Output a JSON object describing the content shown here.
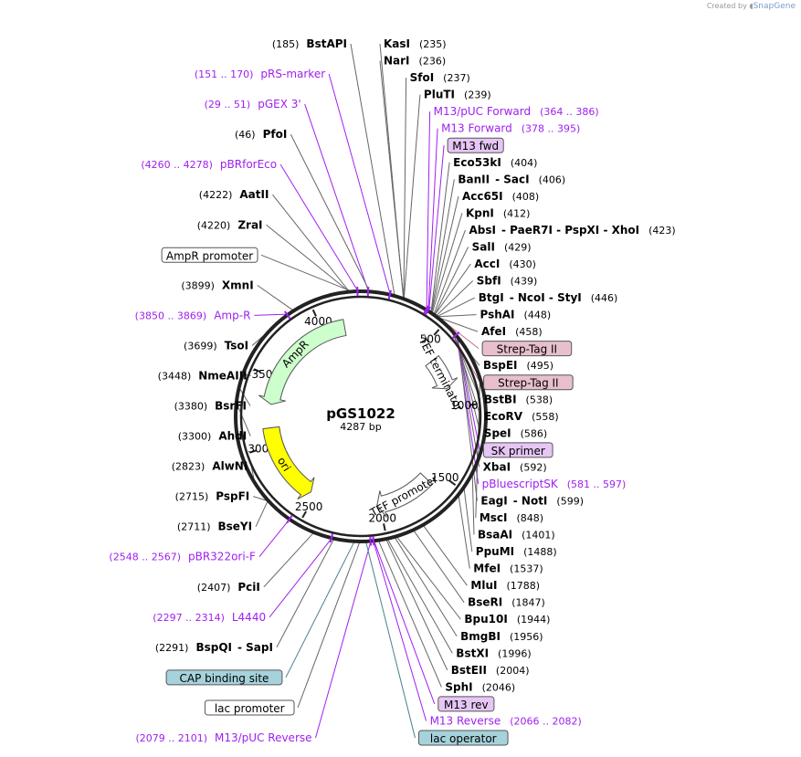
{
  "credit": {
    "prefix": "Created by",
    "brand": "SnapGene"
  },
  "plasmid": {
    "name": "pGS1022",
    "size_label": "4287 bp",
    "total_bp": 4287
  },
  "ticks": [
    {
      "bp": 500,
      "label": "500"
    },
    {
      "bp": 1000,
      "label": "1000"
    },
    {
      "bp": 1500,
      "label": "1500"
    },
    {
      "bp": 2000,
      "label": "2000"
    },
    {
      "bp": 2500,
      "label": "2500"
    },
    {
      "bp": 3000,
      "label": "3000"
    },
    {
      "bp": 3500,
      "label": "3500"
    },
    {
      "bp": 4000,
      "label": "4000"
    }
  ],
  "features": [
    {
      "name": "AmpR",
      "start": 3306,
      "end": 4165,
      "strand": -1,
      "color": "#ccffcc",
      "stroke": "#555"
    },
    {
      "name": "ori",
      "start": 2541,
      "end": 3129,
      "strand": -1,
      "color": "#ffff00",
      "stroke": "#555"
    },
    {
      "name": "TEF promoter",
      "start": 1590,
      "end": 2020,
      "strand": 1,
      "color": "#ffffff",
      "stroke": "#555"
    },
    {
      "name": "TEF terminator",
      "start": 620,
      "end": 860,
      "strand": 1,
      "color": "#ffffff",
      "stroke": "#555"
    }
  ],
  "left_labels": [
    {
      "pos": "(185)",
      "name": "BstAPI",
      "kind": "enzyme",
      "bp": 185
    },
    {
      "pos": "(151 .. 170)",
      "name": "pRS-marker",
      "kind": "primer",
      "bp": 160
    },
    {
      "pos": "(29 .. 51)",
      "name": "pGEX 3'",
      "kind": "primer",
      "bp": 40
    },
    {
      "pos": "(46)",
      "name": "PfoI",
      "kind": "enzyme",
      "bp": 46
    },
    {
      "pos": "(4260 .. 4278)",
      "name": "pBRforEco",
      "kind": "primer",
      "bp": 4269
    },
    {
      "pos": "(4222)",
      "name": "AatII",
      "kind": "enzyme",
      "bp": 4222
    },
    {
      "pos": "(4220)",
      "name": "ZraI",
      "kind": "enzyme",
      "bp": 4220
    },
    {
      "pos": "",
      "name": "AmpR promoter",
      "kind": "box",
      "bp": 4230
    },
    {
      "pos": "(3899)",
      "name": "XmnI",
      "kind": "enzyme",
      "bp": 3899
    },
    {
      "pos": "(3850 .. 3869)",
      "name": "Amp-R",
      "kind": "primer",
      "bp": 3860
    },
    {
      "pos": "(3699)",
      "name": "TsoI",
      "kind": "enzyme",
      "bp": 3699
    },
    {
      "pos": "(3448)",
      "name": "NmeAIII",
      "kind": "enzyme",
      "bp": 3448
    },
    {
      "pos": "(3380)",
      "name": "BsrFI",
      "kind": "enzyme",
      "bp": 3380
    },
    {
      "pos": "(3300)",
      "name": "AhdI",
      "kind": "enzyme",
      "bp": 3300
    },
    {
      "pos": "(2823)",
      "name": "AlwNI",
      "kind": "enzyme",
      "bp": 2823
    },
    {
      "pos": "(2715)",
      "name": "PspFI",
      "kind": "enzyme",
      "bp": 2715
    },
    {
      "pos": "(2711)",
      "name": "BseYI",
      "kind": "enzyme",
      "bp": 2711
    },
    {
      "pos": "(2548 .. 2567)",
      "name": "pBR322ori-F",
      "kind": "primer",
      "bp": 2557
    },
    {
      "pos": "(2407)",
      "name": "PciI",
      "kind": "enzyme",
      "bp": 2407
    },
    {
      "pos": "(2297 .. 2314)",
      "name": "L4440",
      "kind": "primer",
      "bp": 2305
    },
    {
      "pos": "(2291)",
      "name": "BspQI",
      "kind": "enzyme",
      "bp": 2291,
      "extra": "-  SapI"
    },
    {
      "pos": "",
      "name": "CAP binding site",
      "kind": "boxblue",
      "bp": 2180
    },
    {
      "pos": "",
      "name": "lac promoter",
      "kind": "box",
      "bp": 2150
    },
    {
      "pos": "(2079 .. 2101)",
      "name": "M13/pUC Reverse",
      "kind": "primer",
      "bp": 2090
    }
  ],
  "right_labels": [
    {
      "pos": "(235)",
      "name": "KasI",
      "kind": "enzyme",
      "bp": 235
    },
    {
      "pos": "(236)",
      "name": "NarI",
      "kind": "enzyme",
      "bp": 236
    },
    {
      "pos": "(237)",
      "name": "SfoI",
      "kind": "enzyme",
      "bp": 237
    },
    {
      "pos": "(239)",
      "name": "PluTI",
      "kind": "enzyme",
      "bp": 239
    },
    {
      "pos": "(364 .. 386)",
      "name": "M13/pUC Forward",
      "kind": "primer",
      "bp": 375
    },
    {
      "pos": "(378 .. 395)",
      "name": "M13 Forward",
      "kind": "primer",
      "bp": 386
    },
    {
      "pos": "",
      "name": "M13 fwd",
      "kind": "boxpurple",
      "bp": 390
    },
    {
      "pos": "(404)",
      "name": "Eco53kI",
      "kind": "enzyme",
      "bp": 404
    },
    {
      "pos": "(406)",
      "name": "BanII",
      "kind": "enzyme",
      "bp": 406,
      "extra": "-  SacI"
    },
    {
      "pos": "(408)",
      "name": "Acc65I",
      "kind": "enzyme",
      "bp": 408
    },
    {
      "pos": "(412)",
      "name": "KpnI",
      "kind": "enzyme",
      "bp": 412
    },
    {
      "pos": "(423)",
      "name": "AbsI",
      "kind": "enzyme",
      "bp": 423,
      "extra": "-  PaeR7I  -  PspXI  -  XhoI"
    },
    {
      "pos": "(429)",
      "name": "SalI",
      "kind": "enzyme",
      "bp": 429
    },
    {
      "pos": "(430)",
      "name": "AccI",
      "kind": "enzyme",
      "bp": 430
    },
    {
      "pos": "(439)",
      "name": "SbfI",
      "kind": "enzyme",
      "bp": 439
    },
    {
      "pos": "(446)",
      "name": "BtgI",
      "kind": "enzyme",
      "bp": 446,
      "extra": "-  NcoI  -  StyI"
    },
    {
      "pos": "(448)",
      "name": "PshAI",
      "kind": "enzyme",
      "bp": 448
    },
    {
      "pos": "(458)",
      "name": "AfeI",
      "kind": "enzyme",
      "bp": 458
    },
    {
      "pos": "",
      "name": "Strep-Tag II",
      "kind": "boxpink",
      "bp": 470
    },
    {
      "pos": "(495)",
      "name": "BspEI",
      "kind": "enzyme",
      "bp": 495
    },
    {
      "pos": "",
      "name": "Strep-Tag II",
      "kind": "boxpink",
      "bp": 515
    },
    {
      "pos": "(538)",
      "name": "BstBI",
      "kind": "enzyme",
      "bp": 538
    },
    {
      "pos": "(558)",
      "name": "EcoRV",
      "kind": "enzyme",
      "bp": 558
    },
    {
      "pos": "(586)",
      "name": "SpeI",
      "kind": "enzyme",
      "bp": 586
    },
    {
      "pos": "",
      "name": "SK primer",
      "kind": "boxpurple",
      "bp": 588
    },
    {
      "pos": "(592)",
      "name": "XbaI",
      "kind": "enzyme",
      "bp": 592
    },
    {
      "pos": "(581 .. 597)",
      "name": "pBluescriptSK",
      "kind": "primer",
      "bp": 589
    },
    {
      "pos": "(599)",
      "name": "EagI",
      "kind": "enzyme",
      "bp": 599,
      "extra": "-  NotI"
    },
    {
      "pos": "(848)",
      "name": "MscI",
      "kind": "enzyme",
      "bp": 848
    },
    {
      "pos": "(1401)",
      "name": "BsaAI",
      "kind": "enzyme",
      "bp": 1401
    },
    {
      "pos": "(1488)",
      "name": "PpuMI",
      "kind": "enzyme",
      "bp": 1488
    },
    {
      "pos": "(1537)",
      "name": "MfeI",
      "kind": "enzyme",
      "bp": 1537
    },
    {
      "pos": "(1788)",
      "name": "MluI",
      "kind": "enzyme",
      "bp": 1788
    },
    {
      "pos": "(1847)",
      "name": "BseRI",
      "kind": "enzyme",
      "bp": 1847
    },
    {
      "pos": "(1944)",
      "name": "Bpu10I",
      "kind": "enzyme",
      "bp": 1944
    },
    {
      "pos": "(1956)",
      "name": "BmgBI",
      "kind": "enzyme",
      "bp": 1956
    },
    {
      "pos": "(1996)",
      "name": "BstXI",
      "kind": "enzyme",
      "bp": 1996
    },
    {
      "pos": "(2004)",
      "name": "BstEII",
      "kind": "enzyme",
      "bp": 2004
    },
    {
      "pos": "(2046)",
      "name": "SphI",
      "kind": "enzyme",
      "bp": 2046
    },
    {
      "pos": "",
      "name": "M13 rev",
      "kind": "boxpurple",
      "bp": 2070
    },
    {
      "pos": "(2066 .. 2082)",
      "name": "M13 Reverse",
      "kind": "primer",
      "bp": 2074
    },
    {
      "pos": "",
      "name": "lac operator",
      "kind": "boxblue",
      "bp": 2115
    }
  ]
}
